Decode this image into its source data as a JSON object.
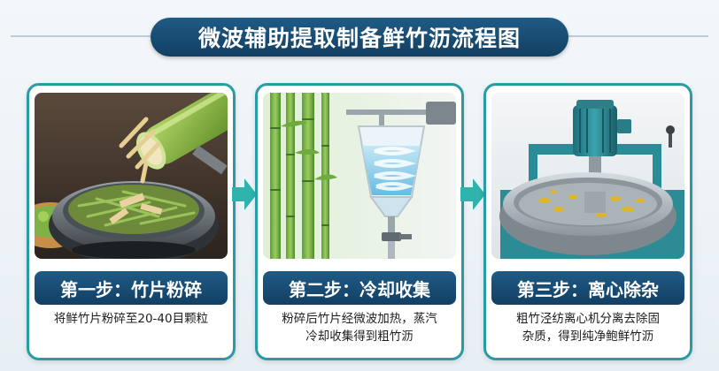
{
  "title": "微波辅助提取制备鲜竹沥流程图",
  "steps": [
    {
      "label": "第一步：竹片粉碎",
      "desc_lines": [
        "将鲜竹片粉碎至20-40目颗粒"
      ]
    },
    {
      "label": "第二步：冷却收集",
      "desc_lines": [
        "粉碎后竹片经微波加热，蒸汽",
        "冷却收集得到粗竹沥"
      ]
    },
    {
      "label": "第三步：离心除杂",
      "desc_lines": [
        "粗竹泾纺离心机分离去除固",
        "杂质，得到纯净鲍鲜竹沥"
      ]
    }
  ],
  "colors": {
    "title_bg": "#1a4d73",
    "card_border": "#2a9ba5",
    "arrow": "#2eb3ad"
  },
  "icons": [
    "bamboo-grinding-illustration",
    "condenser-illustration",
    "centrifuge-illustration",
    "right-arrow-icon"
  ]
}
